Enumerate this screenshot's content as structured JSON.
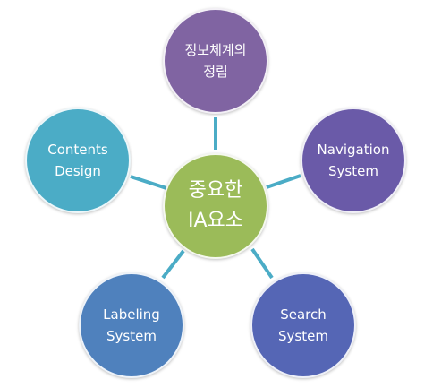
{
  "colors": {
    "center": "#9bbb59",
    "top": "#8064a2",
    "right": "#6a5aa8",
    "bottom_right": "#5566b5",
    "bottom_left": "#4f81bd",
    "left": "#4bacc6",
    "connector": "#4bacc6"
  },
  "center": {
    "lines": [
      "중요한",
      "IA요소"
    ]
  },
  "nodes": {
    "top": {
      "lines": [
        "정보체계의",
        "정립"
      ]
    },
    "right": {
      "lines": [
        "Navigation",
        "System"
      ]
    },
    "bottom_right": {
      "lines": [
        "Search",
        "System"
      ]
    },
    "bottom_left": {
      "lines": [
        "Labeling",
        "System"
      ]
    },
    "left": {
      "lines": [
        "Contents",
        "Design"
      ]
    }
  }
}
